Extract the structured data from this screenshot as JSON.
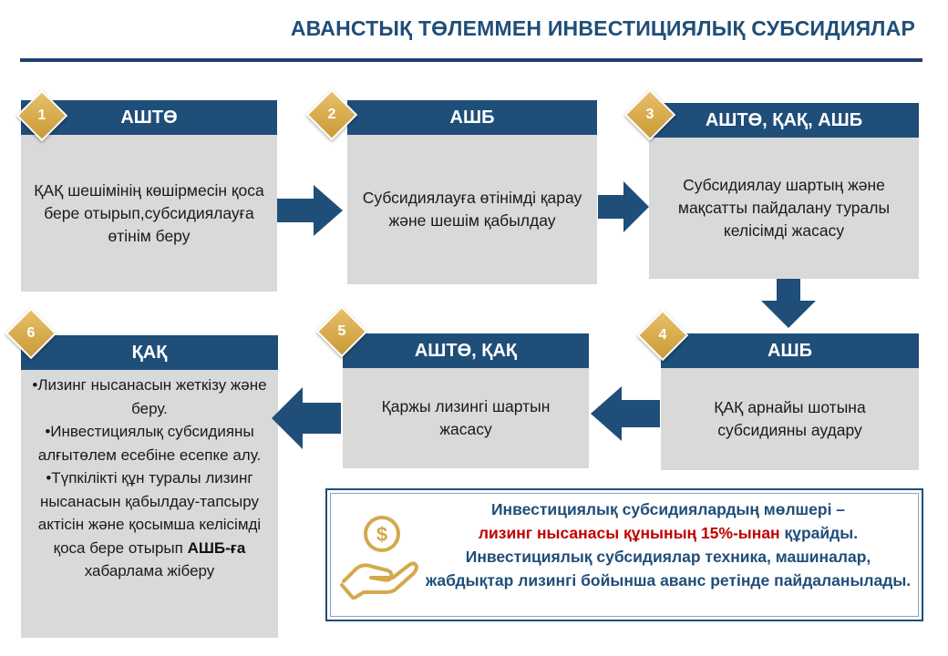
{
  "title": "АВАНСТЫҚ ТӨЛЕММЕН ИНВЕСТИЦИЯЛЫҚ СУБСИДИЯЛАР",
  "colors": {
    "header": "#1f4e79",
    "card": "#d9d9d9",
    "badge": "#d4a94c",
    "highlight": "#c00000"
  },
  "steps": [
    {
      "num": "1",
      "head": "АШТӨ",
      "text": "ҚАҚ шешімінің көшірмесін қоса бере отырып,субсидиялауға өтінім беру"
    },
    {
      "num": "2",
      "head": "АШБ",
      "text": "Субсидиялауға өтінімді қарау және шешім қабылдау"
    },
    {
      "num": "3",
      "head": "АШТӨ, ҚАҚ, АШБ",
      "text": "Субсидиялау шартың және мақсатты пайдалану туралы келісімді жасасу"
    },
    {
      "num": "4",
      "head": "АШБ",
      "text": "ҚАҚ арнайы шотына субсидияны аудару"
    },
    {
      "num": "5",
      "head": "АШТӨ, ҚАҚ",
      "text": "Қаржы лизингі шартын жасасу"
    },
    {
      "num": "6",
      "head": "ҚАҚ",
      "lines": [
        "•Лизинг нысанасын жеткізу және беру.",
        "•Инвестициялық субсидияны алғытөлем есебіне есепке алу.",
        "•Түпкілікті құн туралы лизинг нысанасын қабылдау-тапсыру актісін және қосымша келісімді қоса бере отырып",
        "АШБ-ға",
        "хабарлама жіберу"
      ]
    }
  ],
  "info": {
    "part1": "Инвестициялық субсидиялардың мөлшері –",
    "part2": "лизинг нысанасы құнының 15%-ынан",
    "part3": "құрайды.",
    "part4": "Инвестициялық субсидиялар техника, машиналар, жабдықтар лизингі бойынша аванс ретінде пайдаланылады.",
    "icon": "money-hand-icon"
  }
}
